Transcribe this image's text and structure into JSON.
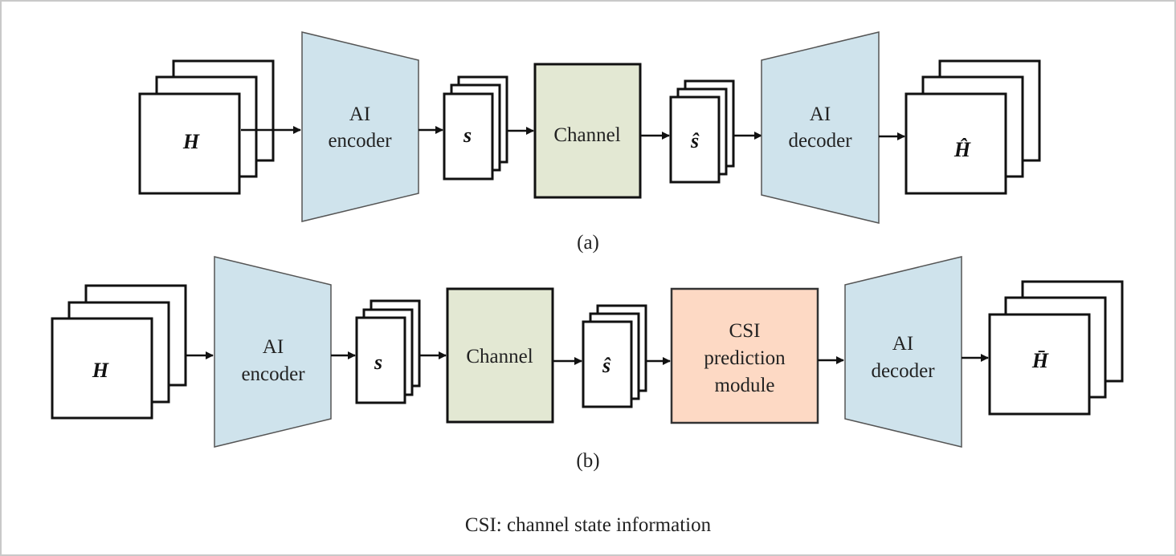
{
  "diagram_a": {
    "input_label": "H",
    "encoder_line1": "AI",
    "encoder_line2": "encoder",
    "code_label": "s",
    "channel_label": "Channel",
    "received_label": "ŝ",
    "decoder_line1": "AI",
    "decoder_line2": "decoder",
    "output_label": "Ĥ",
    "caption": "(a)"
  },
  "diagram_b": {
    "input_label": "H",
    "encoder_line1": "AI",
    "encoder_line2": "encoder",
    "code_label": "s",
    "channel_label": "Channel",
    "received_label": "ŝ",
    "csi_line1": "CSI",
    "csi_line2": "prediction",
    "csi_line3": "module",
    "decoder_line1": "AI",
    "decoder_line2": "decoder",
    "output_label": "H̄",
    "caption": "(b)"
  },
  "footnote": "CSI: channel state information",
  "colors": {
    "encoder_decoder_fill": "#cfe3ec",
    "channel_fill": "#e3e8d3",
    "csi_module_fill": "#fdd9c4"
  }
}
